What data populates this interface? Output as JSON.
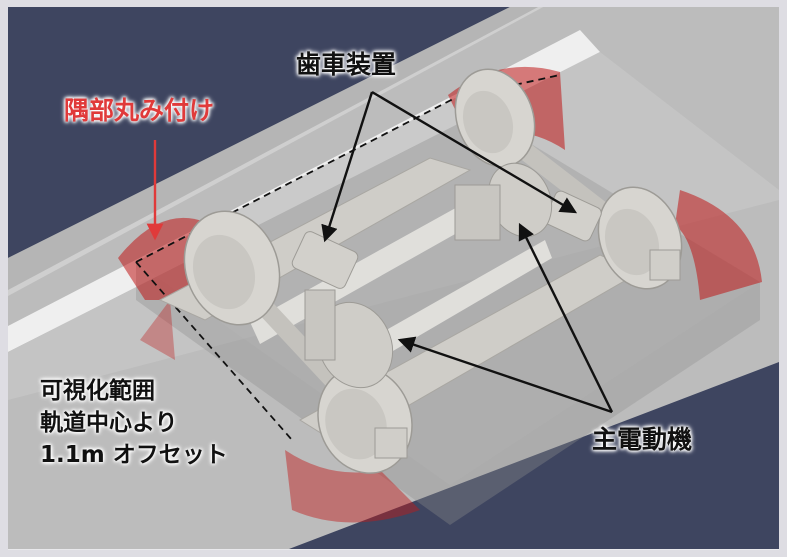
{
  "labels": {
    "gear_unit": "歯車装置",
    "corner_rounding": "隅部丸み付け",
    "traction_motor": "主電動機",
    "view_range": {
      "line1": "可視化範囲",
      "line2": "軌道中心より",
      "line3": "1.1m オフセット"
    }
  },
  "colors": {
    "background_sky": "#3e4560",
    "rail_surface": "#bcbcbc",
    "rail_stripe": "#ededed",
    "region_shade": "#a7a7a7",
    "corner_red": "#c01818",
    "label_red": "#e03a3a",
    "part_gray": "#d5d3ce",
    "frame_border": "#dedde3"
  }
}
